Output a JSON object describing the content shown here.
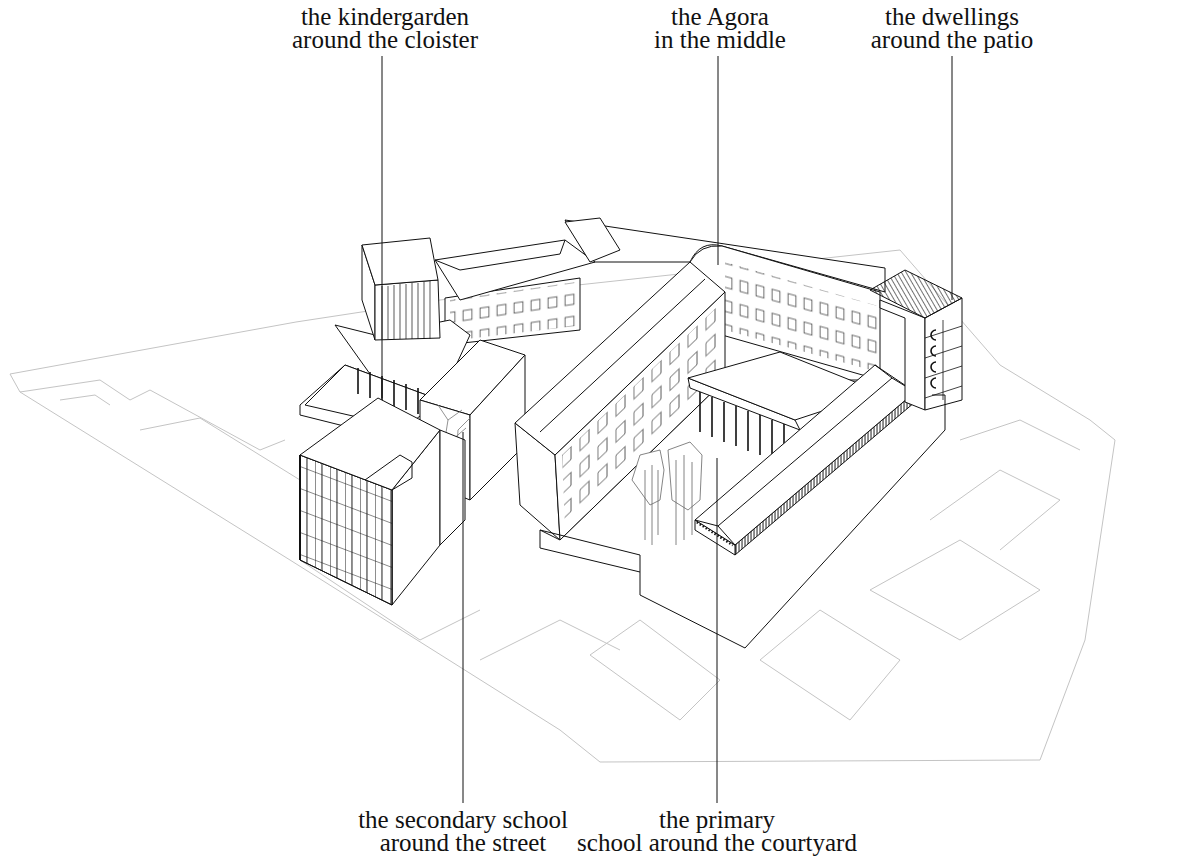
{
  "diagram": {
    "labels": [
      "the kindergarden around the cloister",
      "the Agora in the middle",
      "the dwellings around the patio",
      "the secondary school around the street",
      "the primary school around the courtyard"
    ]
  }
}
